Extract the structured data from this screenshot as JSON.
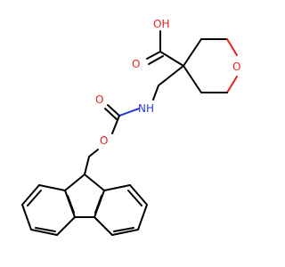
{
  "molecule": {
    "atoms": {
      "acid_oh": "OH",
      "acid_o": "O",
      "ring_o": "O",
      "amide_nh": "NH",
      "carbamate_o": "O",
      "ester_o": "O"
    },
    "colors": {
      "bond": "#000000",
      "oxygen": "#e8201e",
      "nitrogen": "#2a3bd6",
      "background": "#ffffff"
    }
  }
}
